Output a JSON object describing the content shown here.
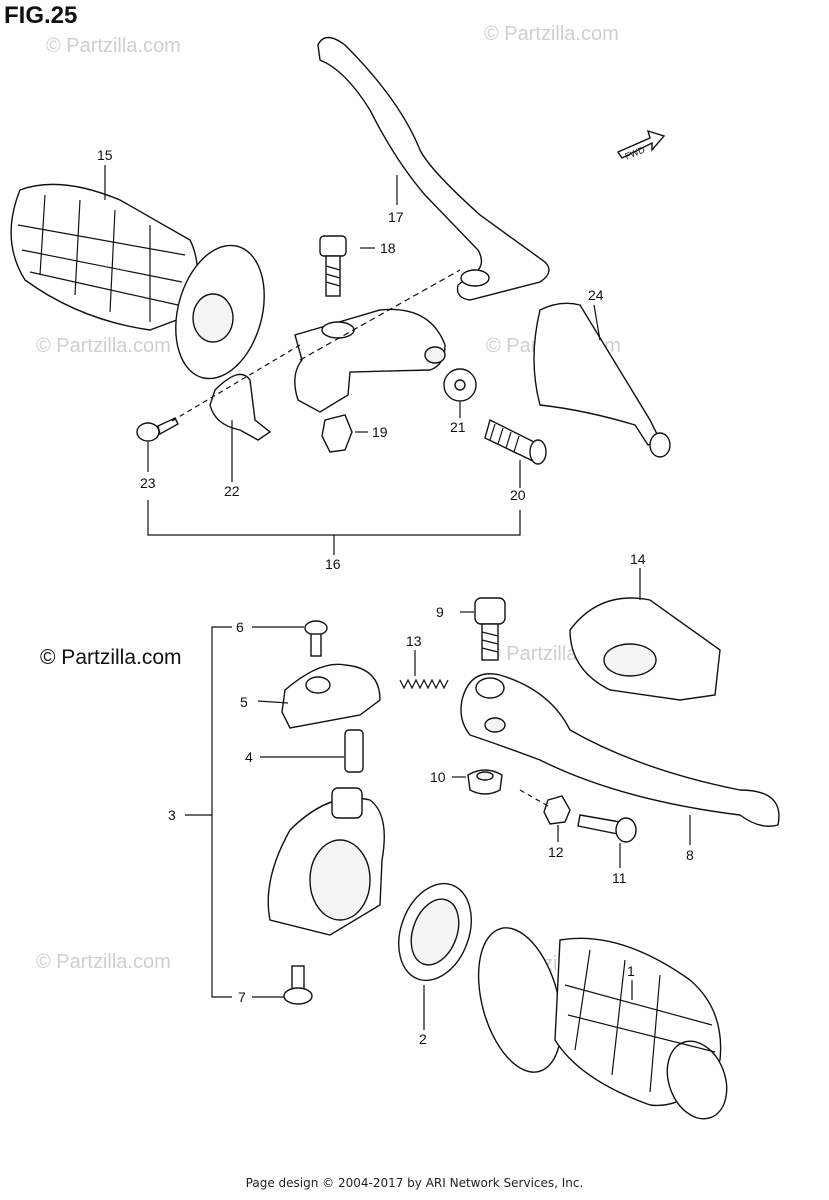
{
  "figure": {
    "title": "FIG.25"
  },
  "watermark": {
    "text": "© Partzilla.com"
  },
  "brand": {
    "text": "© Partzilla.com"
  },
  "fwd_label": "FWD",
  "footer": {
    "text": "Page design © 2004-2017 by ARI Network Services, Inc."
  },
  "callouts": [
    "1",
    "2",
    "3",
    "4",
    "5",
    "6",
    "7",
    "8",
    "9",
    "10",
    "11",
    "12",
    "13",
    "14",
    "15",
    "16",
    "17",
    "18",
    "19",
    "20",
    "21",
    "22",
    "23",
    "24"
  ]
}
